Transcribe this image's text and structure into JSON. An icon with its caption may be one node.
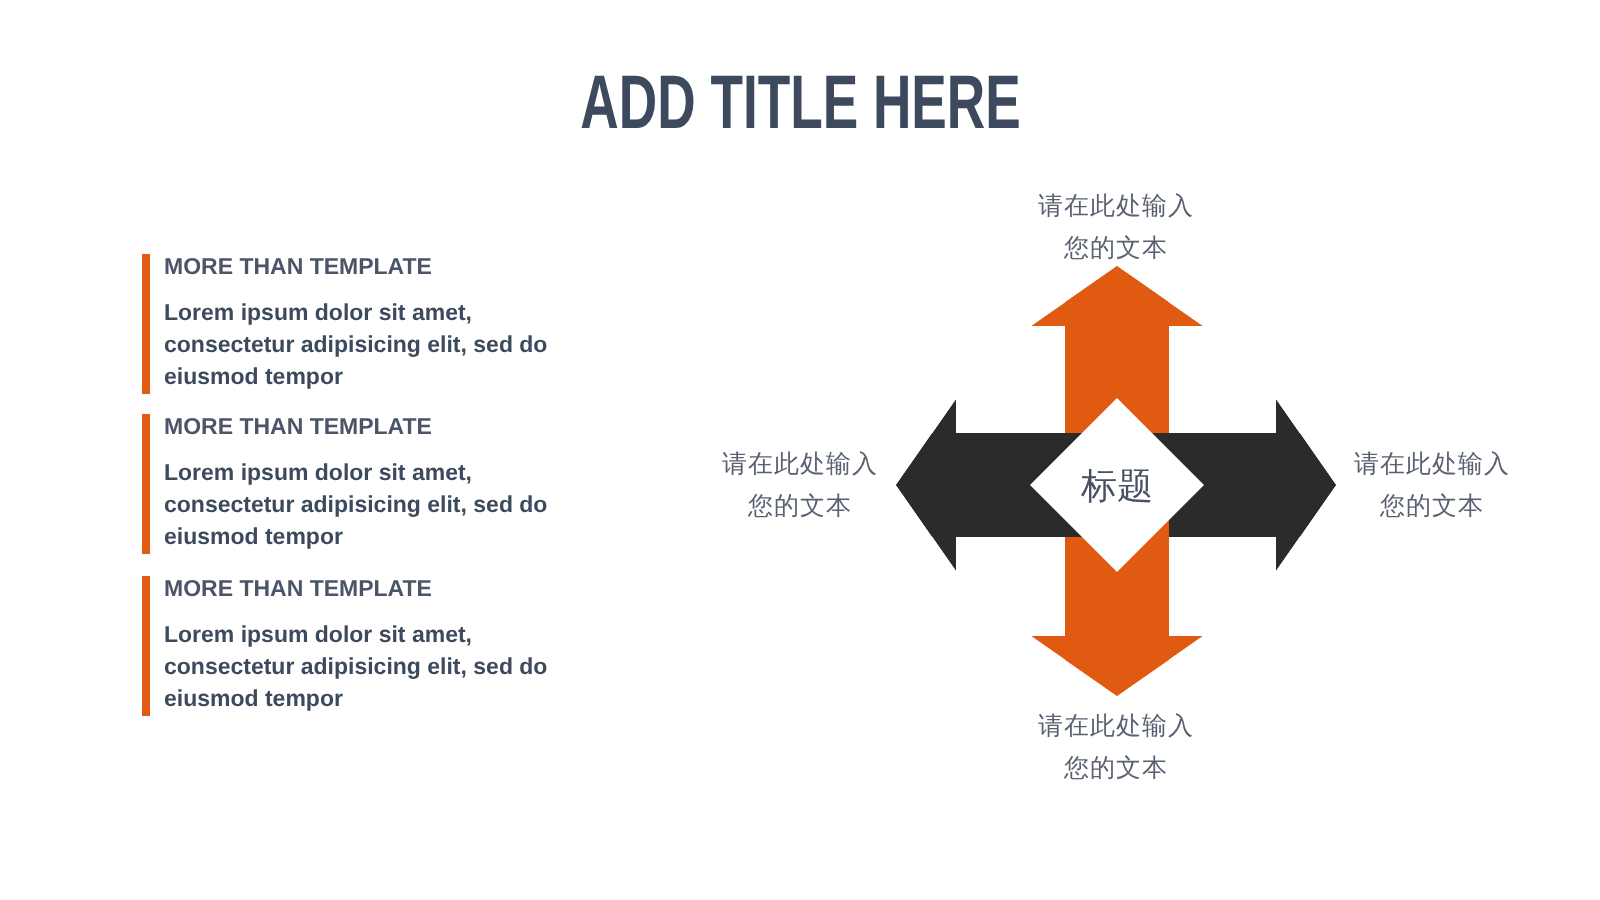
{
  "diagram": {
    "title": "ADD TITLE HERE",
    "nodes": [
      {
        "text": [
          "MORE THAN TEMPLATE",
          "Lorem ipsum dolor sit amet, consectetur adipisicing elit, sed do eiusmod tempor"
        ]
      },
      {
        "text": [
          "MORE THAN TEMPLATE",
          "Lorem ipsum dolor sit amet, consectetur adipisicing elit, sed do eiusmod tempor"
        ]
      },
      {
        "text": [
          "MORE THAN TEMPLATE",
          "Lorem ipsum dolor sit amet, consectetur adipisicing elit, sed do eiusmod tempor"
        ]
      },
      {
        "text": [
          "请在此处输入您的文本"
        ]
      },
      {
        "text": [
          "请在此处输入您的文本"
        ]
      },
      {
        "text": [
          "标题"
        ]
      },
      {
        "text": [
          "请在此处输入您的文本"
        ]
      },
      {
        "text": [
          "请在此处输入您的文本"
        ]
      }
    ],
    "edges": [
      {
        "from": 5,
        "to": 3,
        "arrow": "to",
        "color": "#e05a12"
      },
      {
        "from": 5,
        "to": 6,
        "arrow": "to",
        "color": "#2b2b2b"
      },
      {
        "from": 5,
        "to": 7,
        "arrow": "to",
        "color": "#e05a12"
      },
      {
        "from": 5,
        "to": 4,
        "arrow": "to",
        "color": "#2b2b2b"
      }
    ]
  }
}
